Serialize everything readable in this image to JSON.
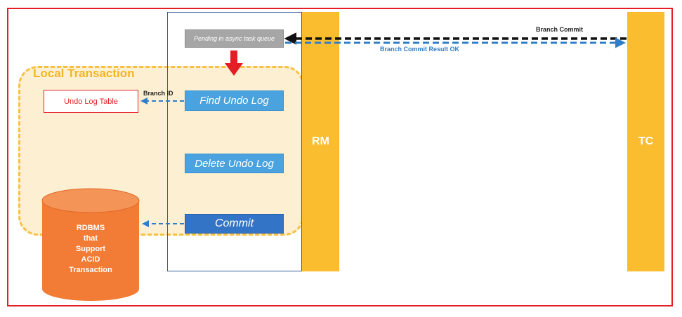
{
  "diagram": {
    "local_transaction_title": "Local Transaction",
    "lanes": {
      "rm": "RM",
      "tc": "TC"
    },
    "steps": {
      "pending": "Pending in async task queue",
      "find_undo_log": "Find Undo Log",
      "delete_undo_log": "Delete Undo Log",
      "commit": "Commit"
    },
    "undo_log_table": "Undo Log Table",
    "database": {
      "lines": [
        "RDBMS",
        "that",
        "Support",
        "ACID",
        "Transaction"
      ]
    },
    "arrows": {
      "branch_commit": "Branch Commit",
      "branch_commit_result": "Branch Commit Result OK",
      "branch_id": "Branch ID"
    }
  },
  "colors": {
    "frame": "#e31e24",
    "lane": "#fbbd30",
    "local_tx_fill": "#fdf0d2",
    "local_tx_border": "#f8c042",
    "step_light": "#4aa2de",
    "step_dark": "#3474c6",
    "step_pending": "#a6a6a6",
    "database": "#f27b35",
    "dashed_blue": "#2f7ec9",
    "dashed_black": "#111111",
    "down_arrow": "#e31e24"
  }
}
